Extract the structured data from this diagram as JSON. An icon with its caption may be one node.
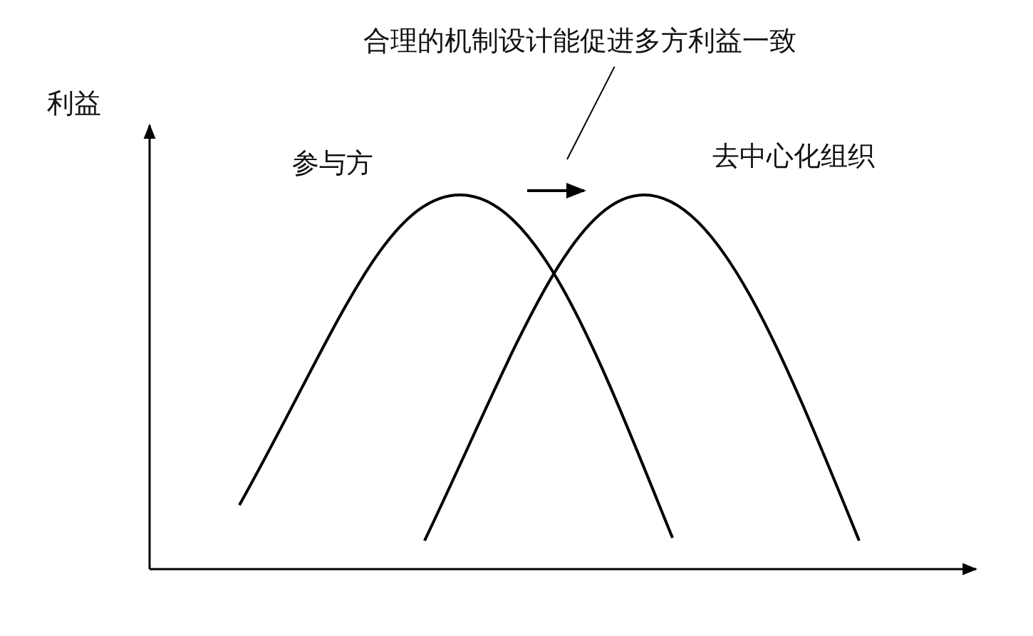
{
  "diagram": {
    "nodes": [
      {
        "text": [
          "合理的机制设计能促进多方利益一致"
        ]
      },
      {
        "text": [],
        "shape": "arrow"
      }
    ],
    "edges": [
      {
        "from": 0,
        "to": 1,
        "arrow": "none"
      }
    ],
    "labels": [
      "利益",
      "参与方",
      "去中心化组织"
    ]
  }
}
